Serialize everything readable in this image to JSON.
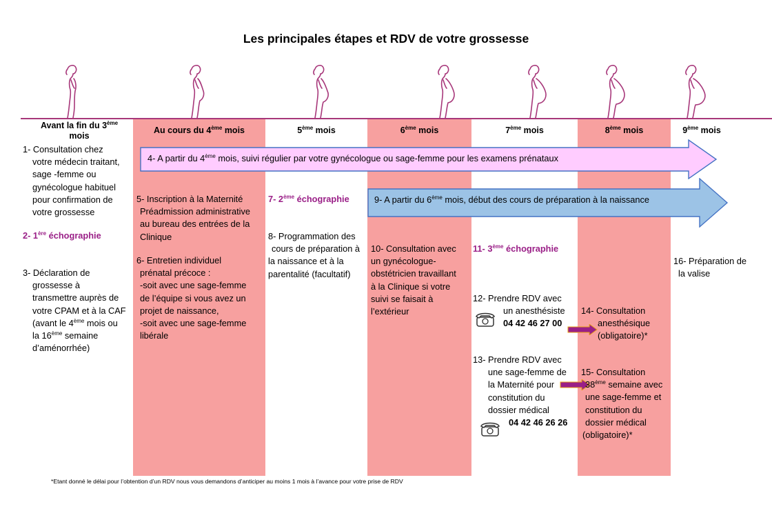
{
  "title": "Les principales étapes et RDV de votre grossesse",
  "colors": {
    "column_pink": "#f7a09f",
    "line": "#a7377a",
    "purple": "#9a1f87",
    "arrow_pink": "#ffccff",
    "arrow_blue": "#9cc3e6",
    "small_arrow": "#9a1f87"
  },
  "headers": {
    "col1_a": "Avant la fin du 3",
    "col1_sup": "ème",
    "col1_b": "mois",
    "col2_a": "Au cours du 4",
    "col2_sup": "ème",
    "col2_b": " mois",
    "col3_sup": "ème",
    "col3_num": "5",
    "col3_b": " mois",
    "col4_num": "6",
    "col4_sup": "ème",
    "col4_b": " mois",
    "col5_num": "7",
    "col5_sup": "ème",
    "col5_b": " mois",
    "col6_num": "8",
    "col6_sup": "ème",
    "col6_b": " mois",
    "col7_num": "9",
    "col7_sup": "ème",
    "col7_b": " mois"
  },
  "arrows": {
    "a4_pre": "4-  A partir du 4",
    "a4_sup": "ème",
    "a4_post": " mois, suivi régulier par votre gynécologue ou sage-femme pour les examens prénataux",
    "a9_pre": "9-  A partir du 6",
    "a9_sup": "ème",
    "a9_post": " mois,  début des cours de préparation à la naissance"
  },
  "col1": {
    "item1": [
      "1- Consultation chez",
      "votre médecin traitant,",
      "sage -femme ou",
      "gynécologue habituel",
      "pour confirmation de",
      "votre grossesse"
    ],
    "item2_pre": "2- 1",
    "item2_sup": "ère",
    "item2_post": " échographie",
    "item3_a": [
      "3- Déclaration de",
      "grossesse à",
      "transmettre auprès de",
      "votre CPAM et à la CAF"
    ],
    "item3_b_pre": "(avant le 4",
    "item3_b_sup": "ème",
    "item3_b_post": "  mois ou",
    "item3_c_pre": "la 16",
    "item3_c_sup": "ème",
    "item3_c_post": " semaine",
    "item3_d": "d’aménorrhée)"
  },
  "col2": {
    "item5": [
      "5-  Inscription à la Maternité",
      "Préadmission administrative",
      "au bureau des entrées de la",
      "Clinique"
    ],
    "item6": [
      "6- Entretien individuel",
      "prénatal précoce :",
      "-soit avec une sage-femme",
      "de l’équipe si vous avez un",
      "projet de naissance,",
      "-soit avec une sage-femme",
      "libérale"
    ]
  },
  "col3": {
    "item7_pre": "7-   2",
    "item7_sup": "ème",
    "item7_post": " échographie",
    "item8": [
      "8- Programmation des",
      "cours de préparation à",
      "la naissance et à la",
      "parentalité (facultatif)"
    ]
  },
  "col4": {
    "item10": [
      "10- Consultation avec",
      "un gynécologue-",
      "obstétricien travaillant",
      "à la Clinique si votre",
      "suivi se faisait à",
      "l’extérieur"
    ]
  },
  "col5": {
    "item11_pre": "11- 3",
    "item11_sup": "ème",
    "item11_post": "  échographie",
    "item12": [
      "12- Prendre RDV avec",
      "un anesthésiste"
    ],
    "phone12": "04 42 46 27 00",
    "item13": [
      "13- Prendre RDV avec",
      "une sage-femme de",
      "la Maternité pour",
      "constitution du",
      "dossier médical"
    ],
    "phone13": "04 42 46 26 26"
  },
  "col6": {
    "item14": [
      "14- Consultation",
      "anesthésique",
      "(obligatoire)*"
    ],
    "item15_a": "15- Consultation",
    "item15_b_pre": "38",
    "item15_b_sup": "ème",
    "item15_b_post": " semaine avec",
    "item15_c": [
      "une sage-femme et",
      "constitution du",
      "dossier médical",
      "(obligatoire)*"
    ]
  },
  "col7": {
    "item16": [
      "16- Préparation de",
      "la valise"
    ]
  },
  "footnote": "*Etant donné le délai pour l’obtention d’un RDV nous vous demandons d’anticiper au moins 1 mois à l’avance pour votre prise de RDV",
  "icons": [
    "pregnant-woman-icon",
    "telephone-icon",
    "arrow-right-icon"
  ]
}
